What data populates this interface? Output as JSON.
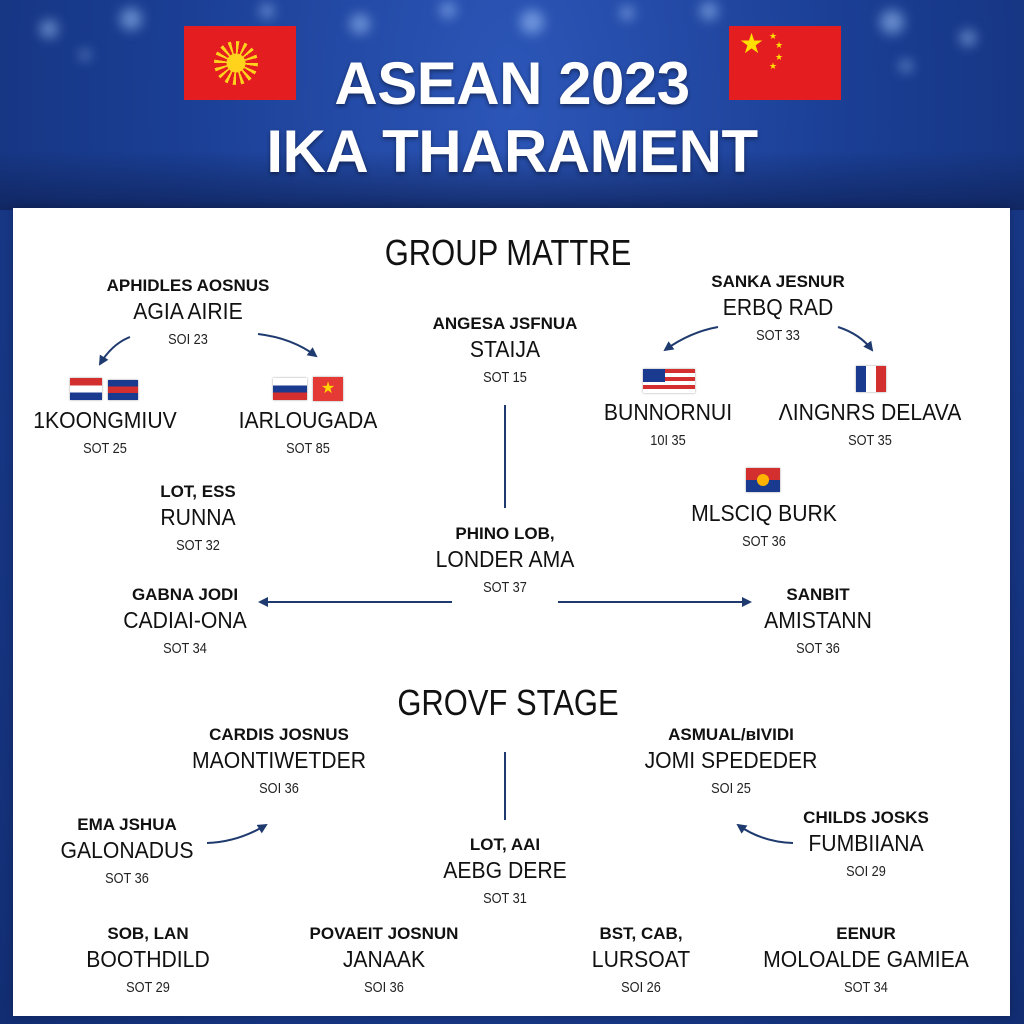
{
  "header": {
    "title_line1": "ASEAN 2023",
    "title_line2": "IKA THARAMENT"
  },
  "colors": {
    "background_blue": "#1b3f95",
    "flag_red": "#e41e20",
    "flag_yellow": "#ffde00",
    "arrow_navy": "#1e3a6e"
  },
  "sections": {
    "group_matches": "GROUP MATTRE",
    "group_stage": "GROVF STAGE"
  },
  "nodes": {
    "aphidles": {
      "line1": "APHIDLES AOSNUS",
      "line2": "AGIA AIRIE",
      "line3": "SOI 23"
    },
    "angesa": {
      "line1": "ANGESA JSFNUA",
      "line2": "STAIJA",
      "line3": "SOT 15"
    },
    "sanka": {
      "line1": "SANKA JESNUR",
      "line2": "ERBQ RAD",
      "line3": "SOT 33"
    },
    "koongmiuv": {
      "line2": "1KOONGMIUV",
      "line3": "SOT 25"
    },
    "iarlougada": {
      "line2": "IARLOUGADA",
      "line3": "SOT 85"
    },
    "bunnornui": {
      "line2": "BUNNORNUI",
      "line3": "10I 35"
    },
    "ningnrs": {
      "line2": "ΛINGNRS DELAVA",
      "line3": "SOT 35"
    },
    "runna": {
      "line1": "LOT, ESS",
      "line2": "RUNNA",
      "line3": "SOT 32"
    },
    "mlscio": {
      "line2": "MLSCIQ BURK",
      "line3": "SOT 36"
    },
    "phino": {
      "line1": "PHINO LOB,",
      "line2": "LONDER AMA",
      "line3": "SOT 37"
    },
    "gabna": {
      "line1": "GABNA JODI",
      "line2": "CADIAI-ONA",
      "line3": "SOT 34"
    },
    "sanbit": {
      "line1": "SANBIT",
      "line2": "AMISTANN",
      "line3": "SOT 36"
    },
    "cardis": {
      "line1": "CARDIS JOSNUS",
      "line2": "MAONTIWETDER",
      "line3": "SOI 36"
    },
    "asmual": {
      "line1": "ASMUAL/вIVIDI",
      "line2": "JOMI SPEDEDER",
      "line3": "SOI 25"
    },
    "ema": {
      "line1": "EMA JSHUA",
      "line2": "GALONADUS",
      "line3": "SOT 36"
    },
    "lotaai": {
      "line1": "LOT, AAI",
      "line2": "AEBG DERE",
      "line3": "SOT 31"
    },
    "childs": {
      "line1": "CHILDS JOSKS",
      "line2": "FUMBIIANA",
      "line3": "SOI 29"
    },
    "soblan": {
      "line1": "SOB, LAN",
      "line2": "BOOTHDILD",
      "line3": "SOT 29"
    },
    "povaeit": {
      "line1": "POVAEIT JOSNUN",
      "line2": "JANAAK",
      "line3": "SOI 36"
    },
    "bstcab": {
      "line1": "BST, CAB,",
      "line2": "LURSOAT",
      "line3": "SOI 26"
    },
    "eenur": {
      "line1": "EENUR",
      "line2": "MOLOALDE GAMIEA",
      "line3": "SOT 34"
    }
  }
}
